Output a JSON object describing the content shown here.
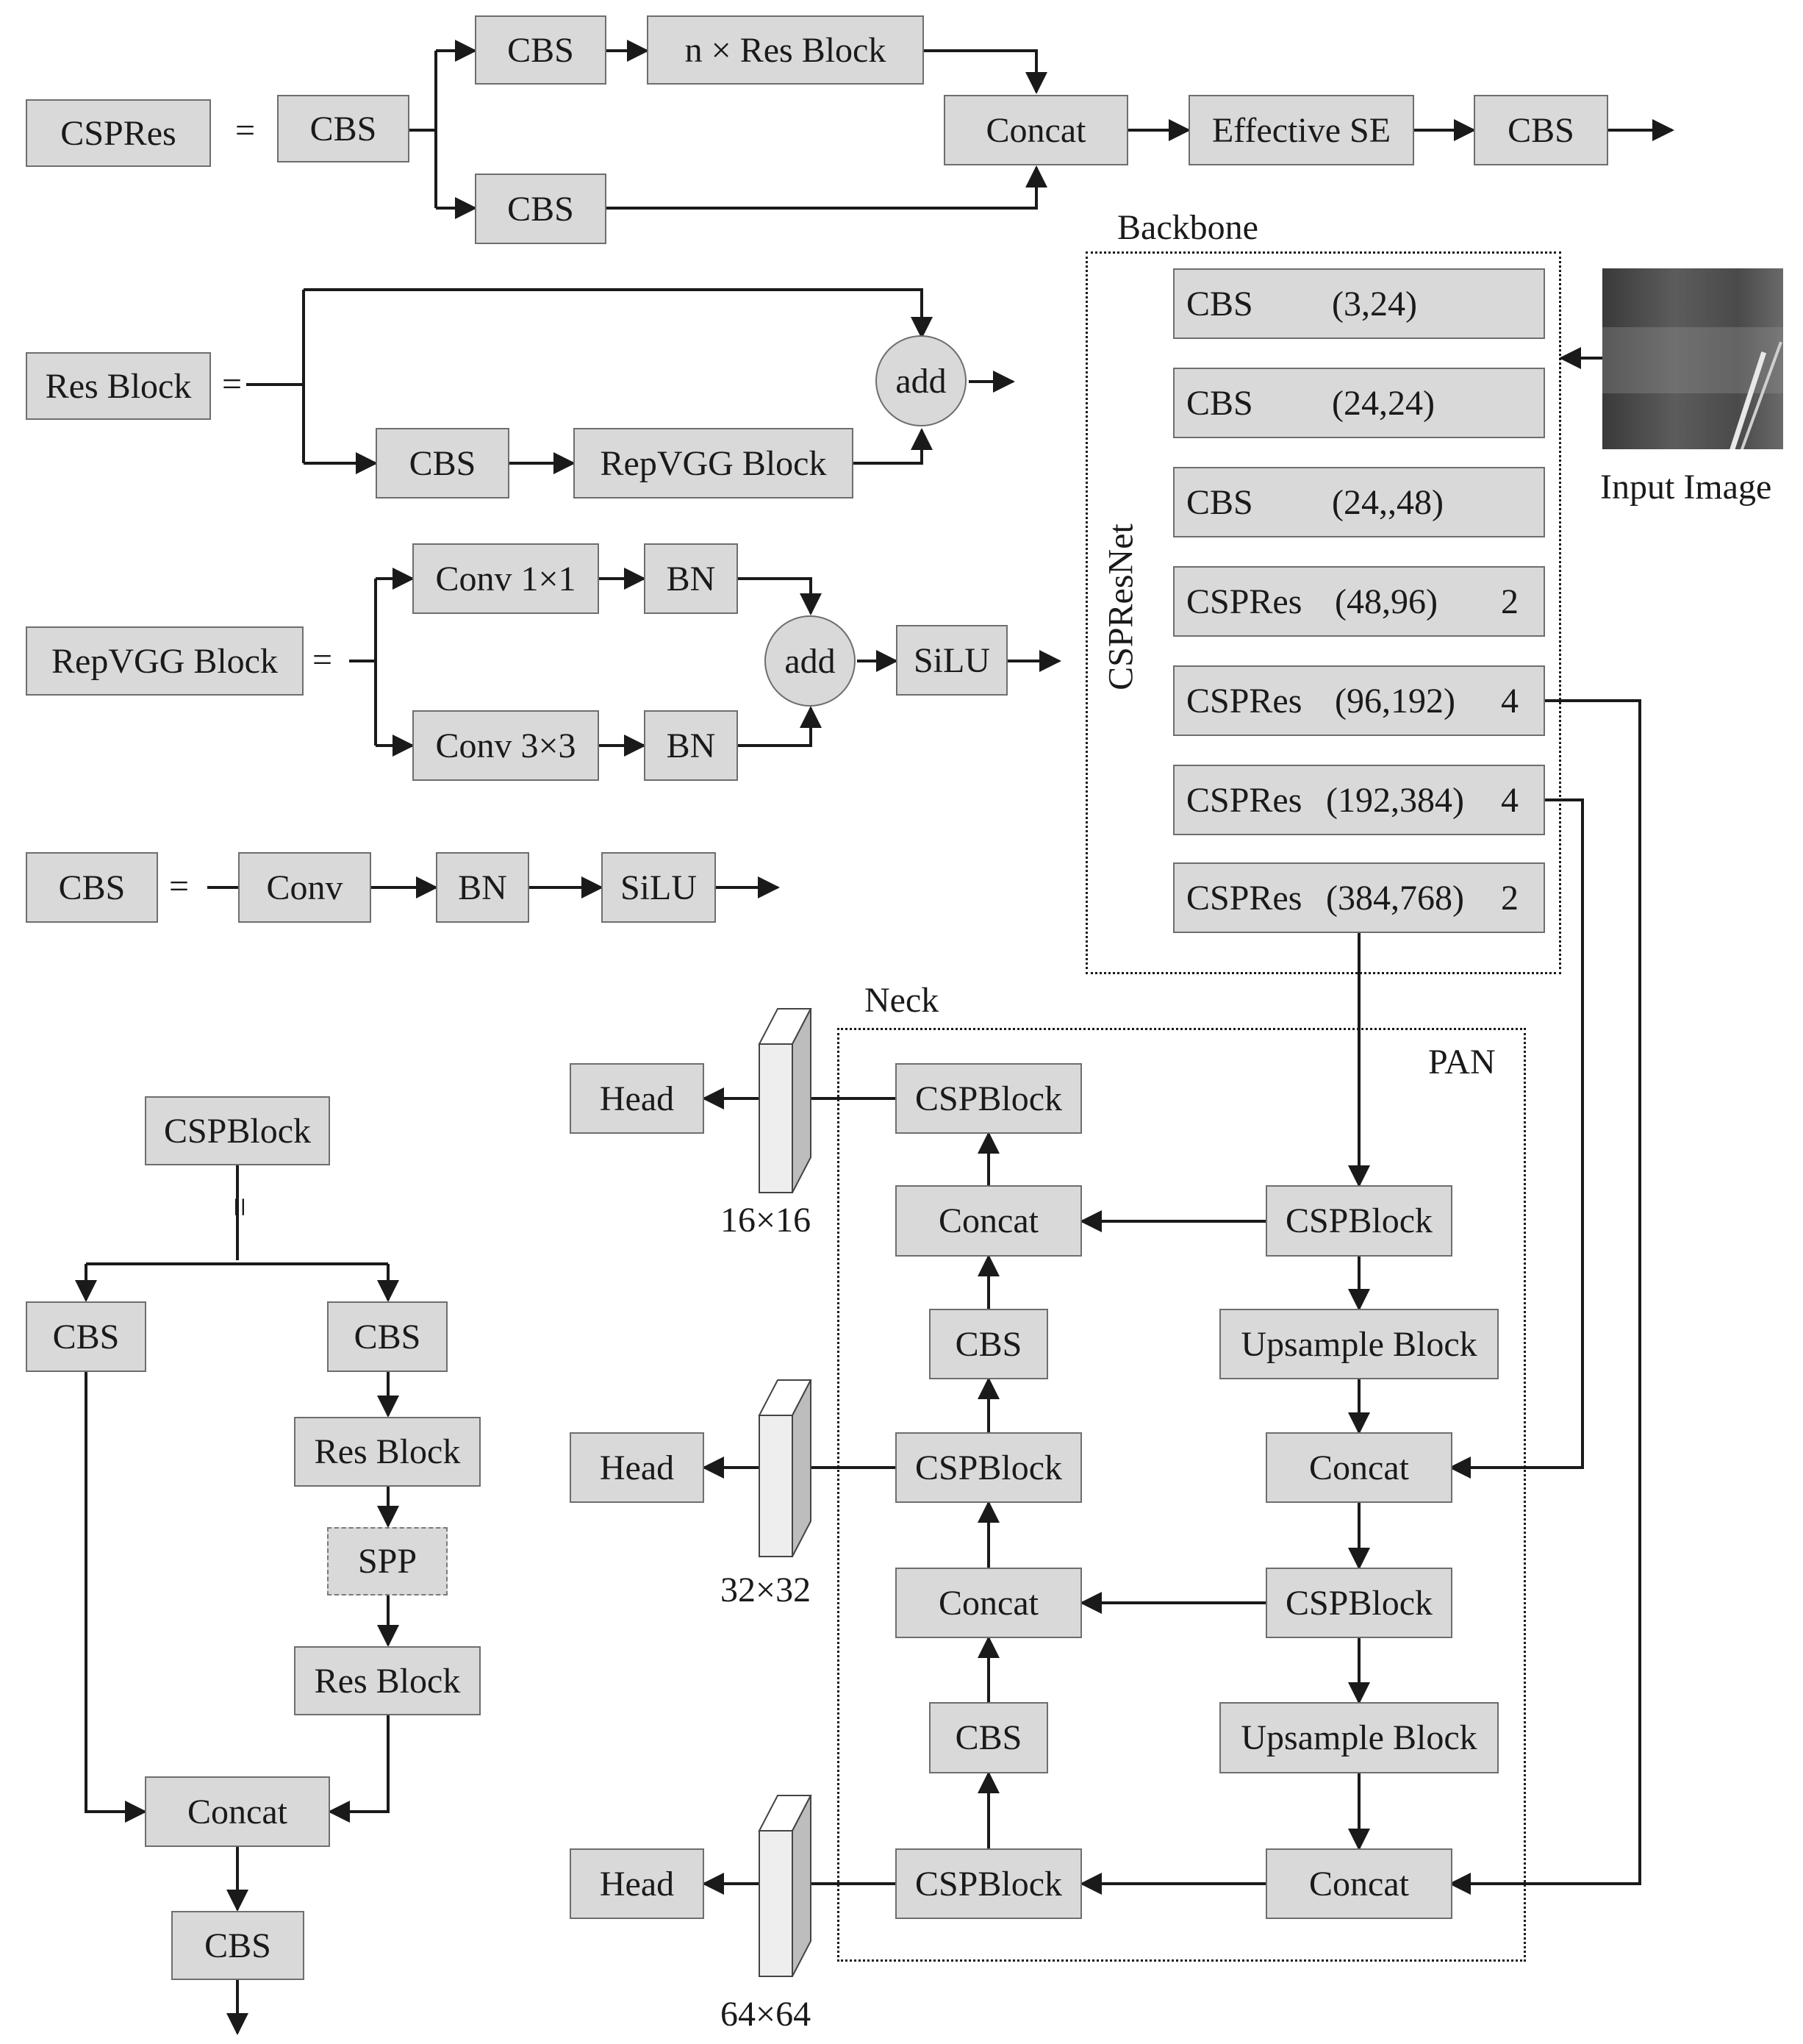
{
  "top": {
    "lhs": "CSPRes",
    "eq": "=",
    "cbs_in": "CBS",
    "cbs_a": "CBS",
    "cbs_b": "CBS",
    "res_blocks": "n × Res Block",
    "concat": "Concat",
    "effective_se": "Effective SE",
    "cbs_out": "CBS"
  },
  "resblock": {
    "lhs": "Res Block",
    "eq": "=",
    "cbs": "CBS",
    "repvgg": "RepVGG Block",
    "add": "add"
  },
  "repvgg": {
    "lhs": "RepVGG Block",
    "eq": "=",
    "conv1": "Conv 1×1",
    "bn1": "BN",
    "conv3": "Conv 3×3",
    "bn3": "BN",
    "add": "add",
    "silu": "SiLU"
  },
  "cbsdef": {
    "lhs": "CBS",
    "eq": "=",
    "conv": "Conv",
    "bn": "BN",
    "silu": "SiLU"
  },
  "backbone": {
    "title": "Backbone",
    "net": "CSPResNet",
    "layers": [
      {
        "name": "CBS",
        "ch": "(3,24)",
        "n": ""
      },
      {
        "name": "CBS",
        "ch": "(24,24)",
        "n": ""
      },
      {
        "name": "CBS",
        "ch": "(24,,48)",
        "n": ""
      },
      {
        "name": "CSPRes",
        "ch": "(48,96)",
        "n": "2"
      },
      {
        "name": "CSPRes",
        "ch": "(96,192)",
        "n": "4"
      },
      {
        "name": "CSPRes",
        "ch": "(192,384)",
        "n": "4"
      },
      {
        "name": "CSPRes",
        "ch": "(384,768)",
        "n": "2"
      }
    ]
  },
  "input_image": {
    "label": "Input Image"
  },
  "neck": {
    "title": "Neck",
    "pan": "PAN",
    "left_col": [
      "CSPBlock",
      "Concat",
      "CBS",
      "CSPBlock",
      "Concat",
      "CBS",
      "CSPBlock"
    ],
    "right_col": [
      "CSPBlock",
      "Upsample Block",
      "Concat",
      "CSPBlock",
      "Upsample Block",
      "Concat"
    ],
    "heads": [
      "Head",
      "Head",
      "Head"
    ],
    "sizes": [
      "16×16",
      "32×32",
      "64×64"
    ]
  },
  "cspblock": {
    "title": "CSPBlock",
    "eq": "=",
    "cbs_left": "CBS",
    "cbs_right": "CBS",
    "res1": "Res Block",
    "spp": "SPP",
    "res2": "Res Block",
    "concat": "Concat",
    "cbs_out": "CBS"
  }
}
